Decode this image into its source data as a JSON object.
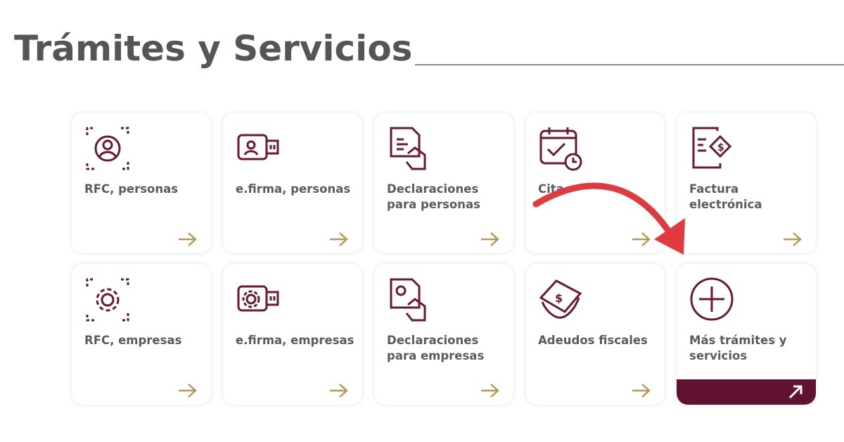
{
  "header": {
    "title": "Trámites y Servicios"
  },
  "colors": {
    "icon": "#6b1a2e",
    "arrow": "#b8975a",
    "banner": "#611232",
    "annotation": "#e0393e"
  },
  "cards": [
    {
      "label": "RFC, personas",
      "icon": "qr-person-icon"
    },
    {
      "label": "e.firma, personas",
      "icon": "usb-id-icon"
    },
    {
      "label": "Declaraciones para personas",
      "icon": "document-hand-icon"
    },
    {
      "label": "Cita",
      "icon": "calendar-check-icon"
    },
    {
      "label": "Factura electrónica",
      "icon": "invoice-icon"
    },
    {
      "label": "RFC, empresas",
      "icon": "qr-gear-icon"
    },
    {
      "label": "e.firma, empresas",
      "icon": "usb-gear-icon"
    },
    {
      "label": "Declaraciones para empresas",
      "icon": "document-gear-hand-icon"
    },
    {
      "label": "Adeudos fiscales",
      "icon": "money-hand-icon"
    },
    {
      "label": "Más trámites y servicios",
      "icon": "plus-circle-icon"
    }
  ]
}
